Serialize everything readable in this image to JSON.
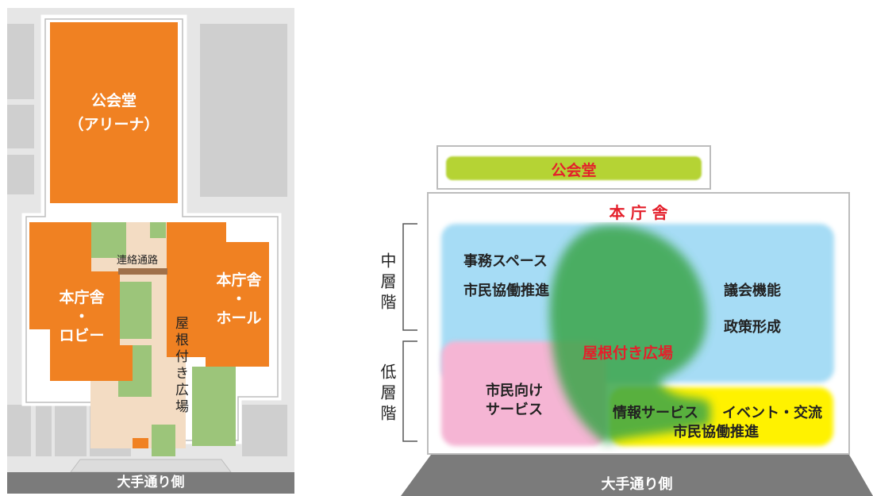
{
  "plan": {
    "hall_label_1": "公会堂",
    "hall_label_2": "（アリーナ）",
    "corridor_label": "連絡通路",
    "lobby_line1": "本庁舎",
    "lobby_line2": "・",
    "lobby_line3": "ロビー",
    "hallwing_line1": "本庁舎",
    "hallwing_line2": "・",
    "hallwing_line3": "ホール",
    "plaza_label": "屋根付き広場",
    "street_label": "大手通り側"
  },
  "section": {
    "hall_label": "公会堂",
    "main_label": "本 庁 舎",
    "mid_floor_label": "中層階",
    "low_floor_label": "低層階",
    "office_space": "事務スペース",
    "citizen_collab_1": "市民協働推進",
    "assembly": "議会機能",
    "policy": "政策形成",
    "plaza": "屋根付き広場",
    "citizen_service_1": "市民向け",
    "citizen_service_2": "サービス",
    "info_service": "情報サービス",
    "event": "イベント・交流",
    "citizen_collab_2": "市民協働推進",
    "street_label": "大手通り側"
  },
  "colors": {
    "orange": "#f08122",
    "green": "#9cc57a",
    "blue": "#a6dcf5",
    "pink": "#f5b5d4",
    "yellow": "#fff200",
    "lime": "#b5d334",
    "plaza_green": "#3aa54a",
    "red_text": "#e41f2b",
    "gray_bar": "#7b7b7b"
  }
}
